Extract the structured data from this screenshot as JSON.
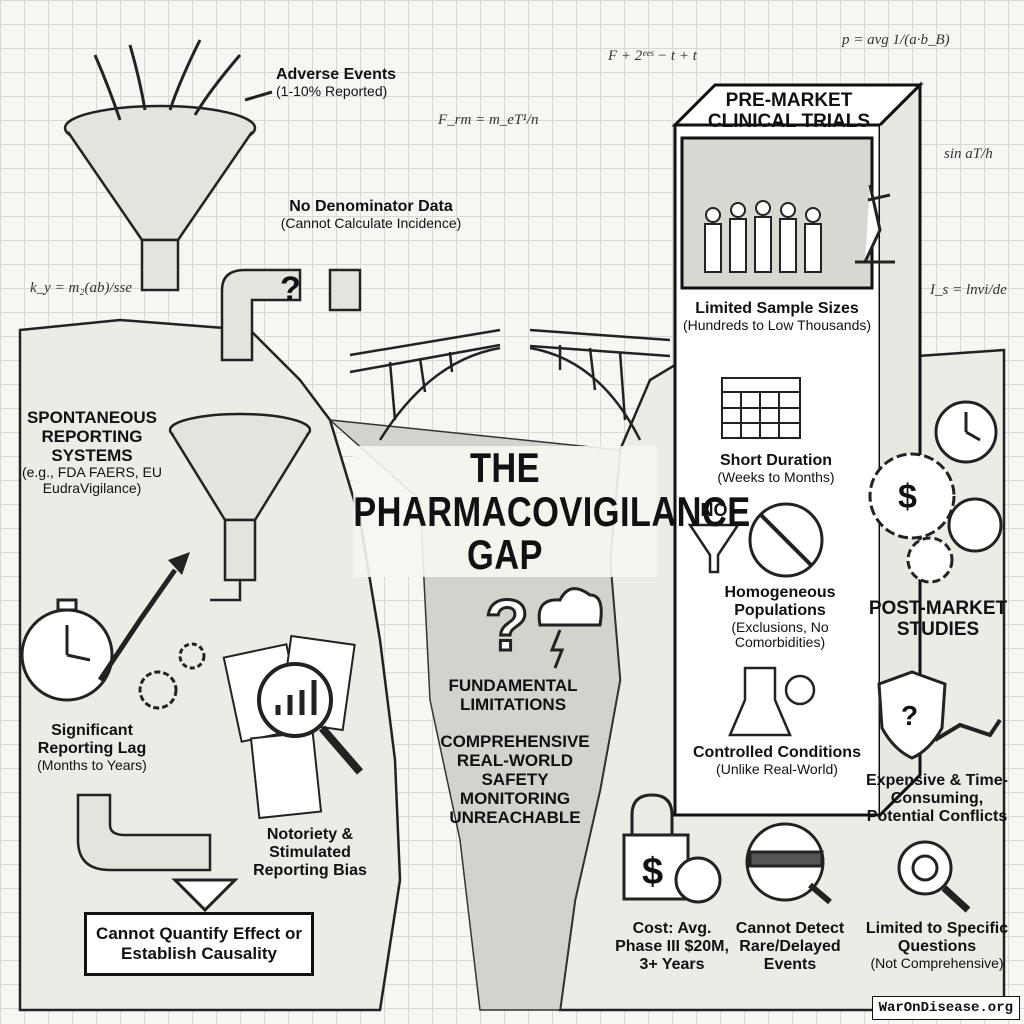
{
  "title": {
    "line1": "THE",
    "line2": "PHARMACOVIGILANCE",
    "line3": "GAP"
  },
  "formulas": {
    "f1": "F + 2ᵉᵉˢ − t + t",
    "f2": "p = avg 1/(a·b_B)",
    "f3": "F_rm = m_eT¹/n",
    "f4": "sin aT/h",
    "f5": "I_s = lnvi/de",
    "f6": "k_y = m₂(ab)/sse"
  },
  "left": {
    "adverse_title": "Adverse Events",
    "adverse_sub": "(1-10% Reported)",
    "denominator_title": "No Denominator Data",
    "denominator_sub": "(Cannot Calculate Incidence)",
    "spontaneous_title": "SPONTANEOUS REPORTING SYSTEMS",
    "spontaneous_sub": "(e.g., FDA FAERS, EU EudraVigilance)",
    "lag_title": "Significant Reporting Lag",
    "lag_sub": "(Months to Years)",
    "bias_title": "Notoriety & Stimulated Reporting Bias",
    "banner": "Cannot Quantify Effect or Establish Causality"
  },
  "center": {
    "limitations": "FUNDAMENTAL LIMITATIONS",
    "unreachable": "COMPREHENSIVE REAL-WORLD SAFETY MONITORING UNREACHABLE"
  },
  "right": {
    "premarket_title": "PRE-MARKET CLINICAL TRIALS",
    "sample_title": "Limited Sample Sizes",
    "sample_sub": "(Hundreds to Low Thousands)",
    "duration_title": "Short Duration",
    "duration_sub": "(Weeks to Months)",
    "no_label": "NO",
    "homog_title": "Homogeneous Populations",
    "homog_sub": "(Exclusions, No Comorbidities)",
    "controlled_title": "Controlled Conditions",
    "controlled_sub": "(Unlike Real-World)",
    "postmarket_title": "POST-MARKET STUDIES",
    "expensive_title": "Expensive & Time-Consuming, Potential Conflicts",
    "limited_title": "Limited to Specific Questions",
    "limited_sub": "(Not Comprehensive)"
  },
  "bottom": {
    "cost_title": "Cost: Avg. Phase III $20M, 3+ Years",
    "rare_title": "Cannot Detect Rare/Delayed Events"
  },
  "icons": {
    "question": "?",
    "dollar": "$"
  },
  "credit": "WarOnDisease.org"
}
